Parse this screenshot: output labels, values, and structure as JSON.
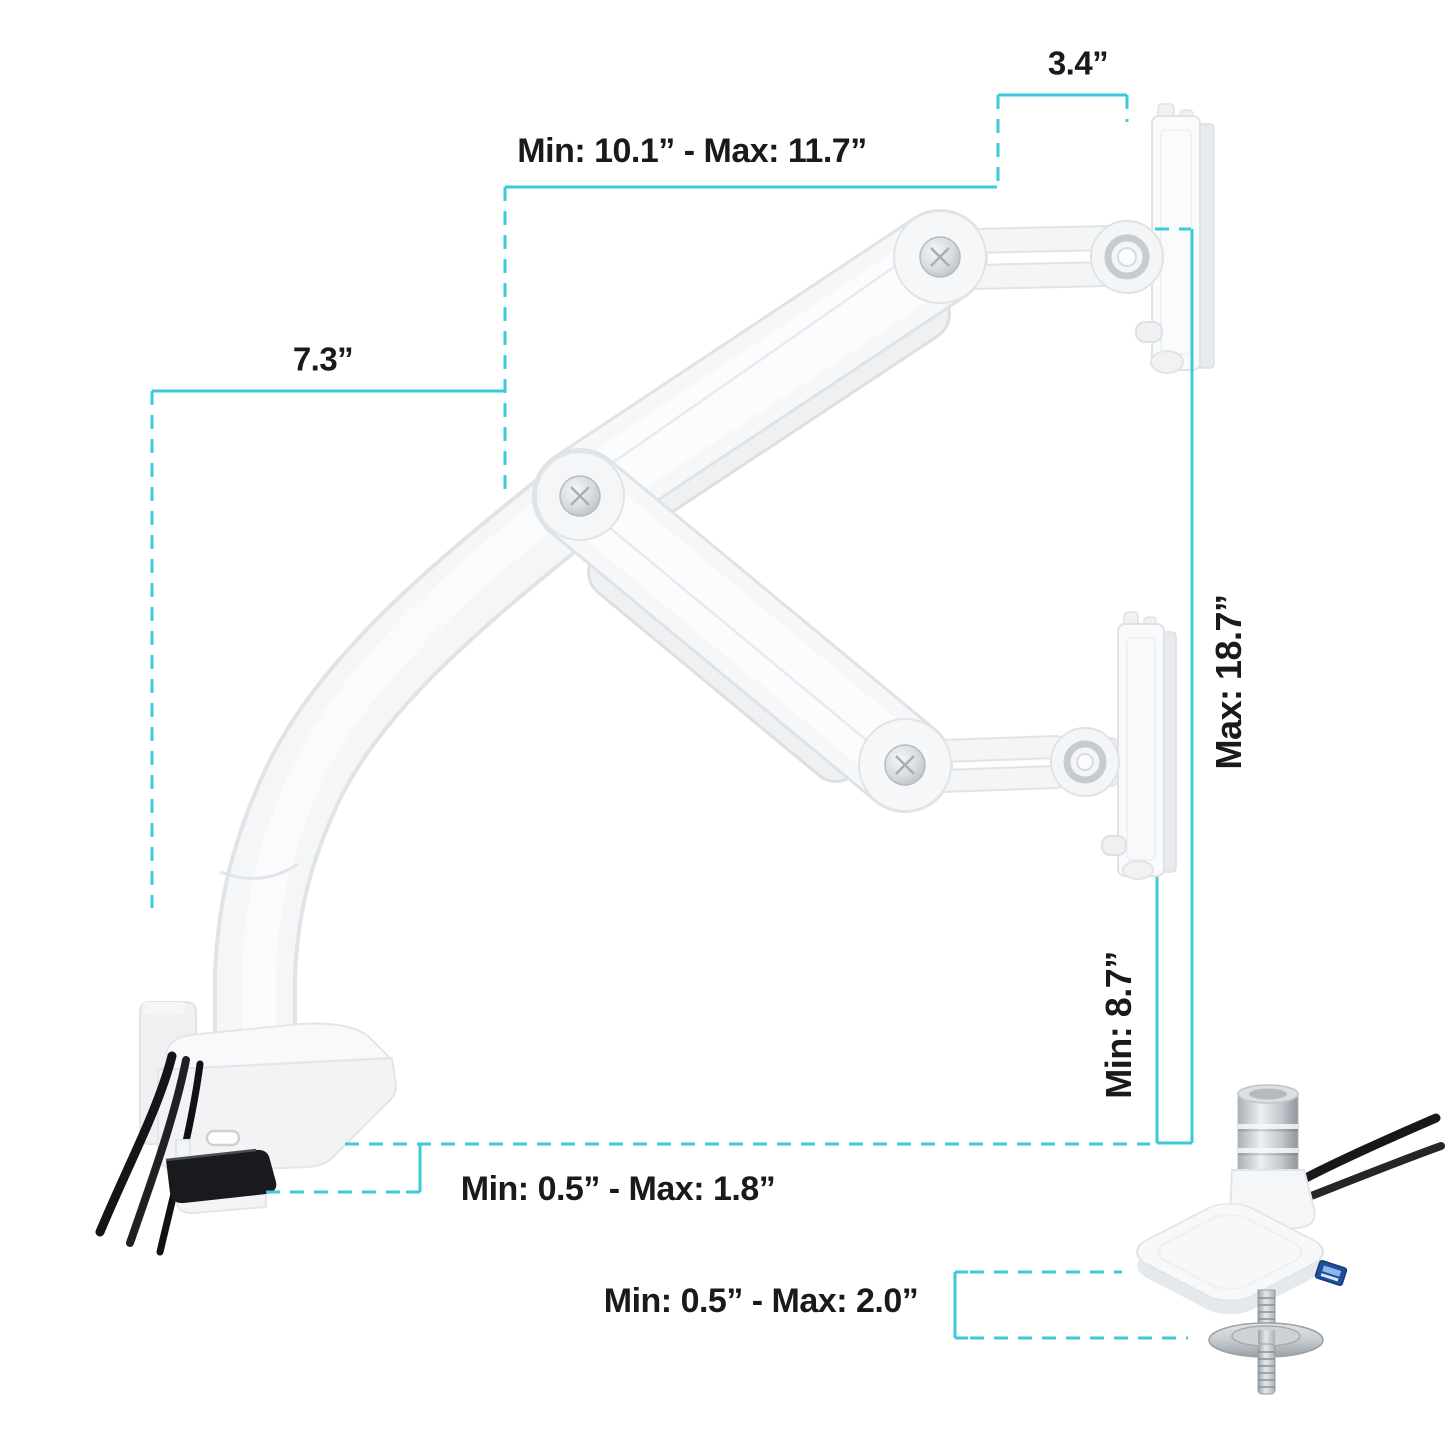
{
  "colors": {
    "accent": "#3dc9d8",
    "ink": "#1a1a1c",
    "arm_white": "#f5f7f8",
    "arm_outline": "#e0e4e7",
    "metal_silver": "#c9ced3",
    "cable_black": "#1a1b1e",
    "usb_blue": "#2a63c4",
    "clamp_pad_black": "#191a1d"
  },
  "dimensions": {
    "plate_offset": "3.4”",
    "reach": "Min: 10.1” - Max: 11.7”",
    "rear_arm": "7.3”",
    "max_height": "Max: 18.7”",
    "min_height": "Min: 8.7”",
    "desk_clamp": "Min: 0.5” - Max: 1.8”",
    "grommet": "Min: 0.5” - Max: 2.0”"
  }
}
